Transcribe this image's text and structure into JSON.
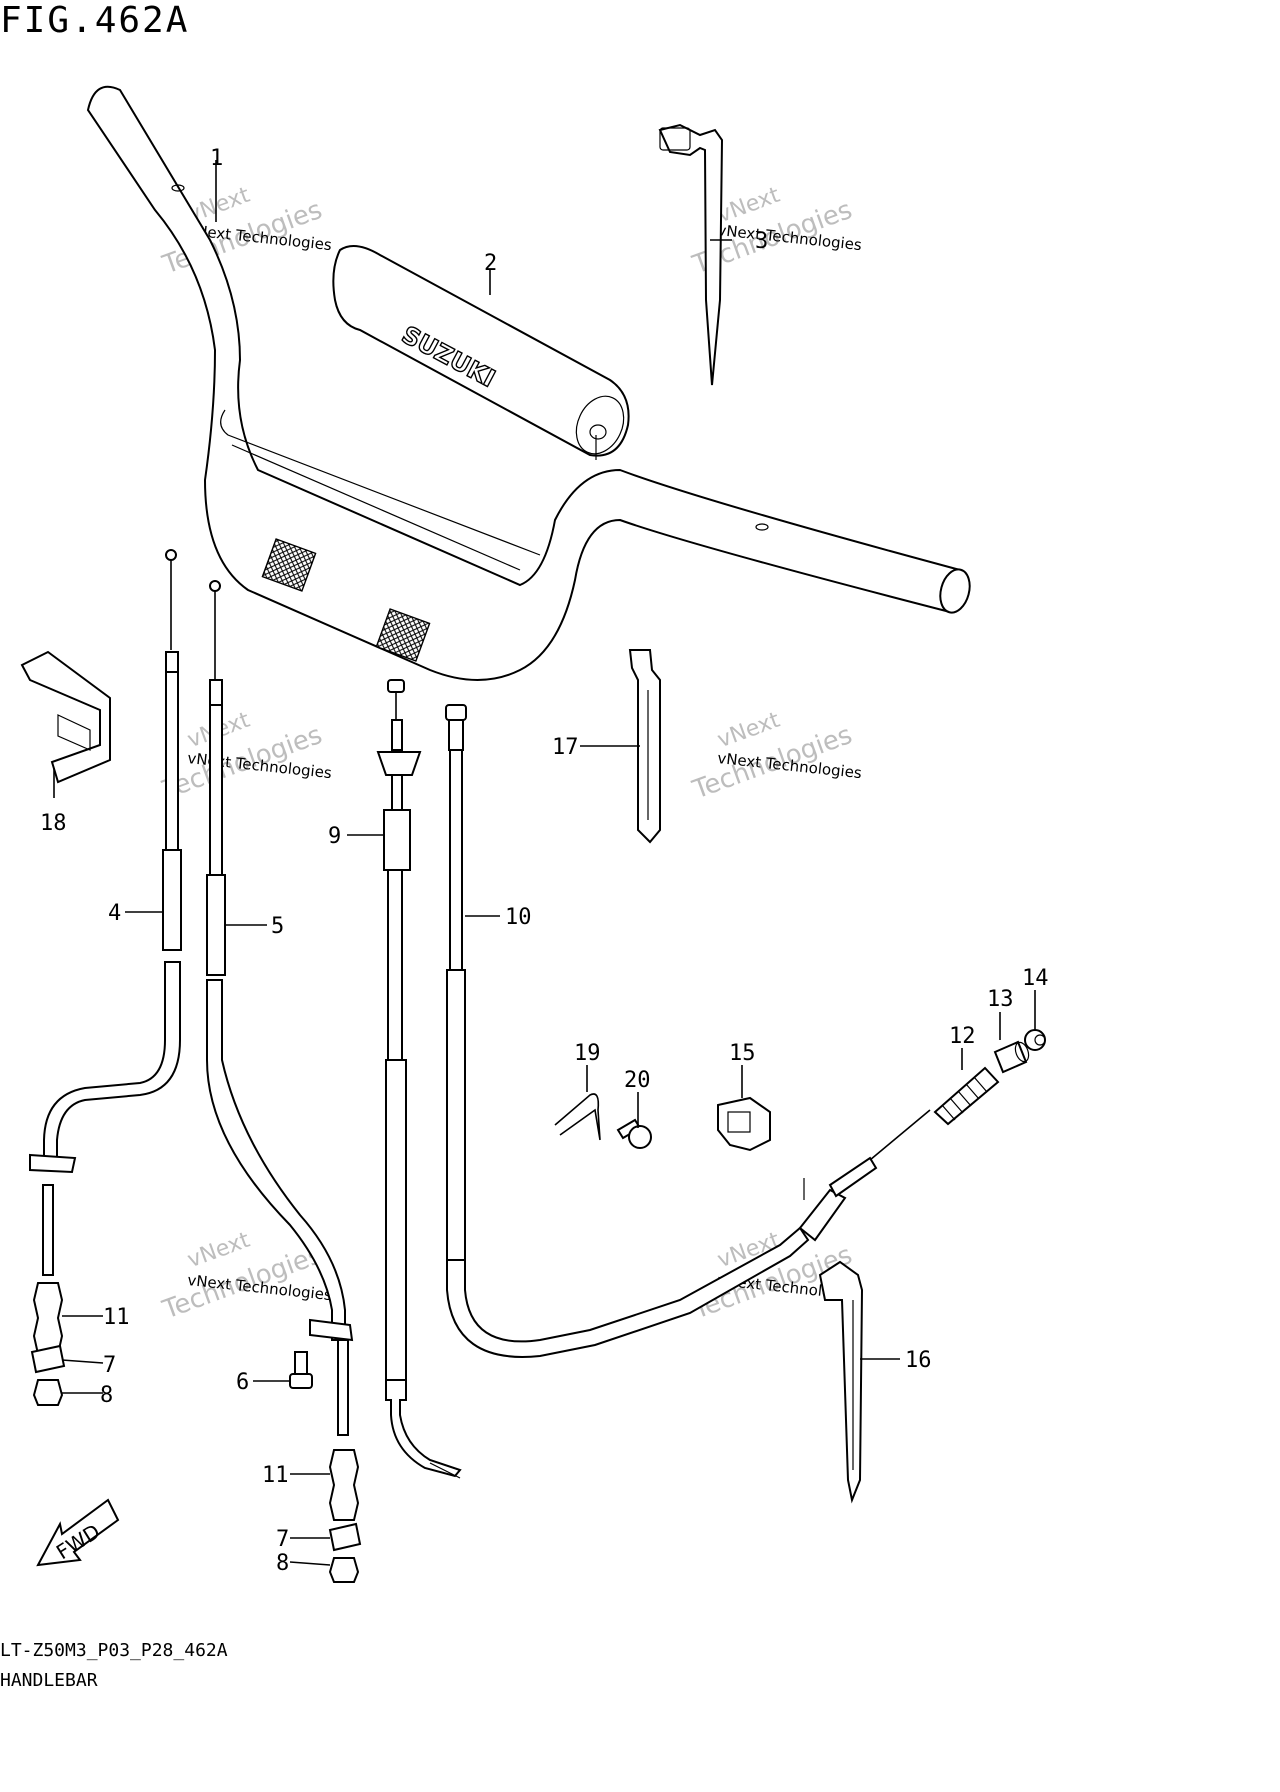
{
  "figure": {
    "title": "FIG.462A",
    "code": "LT-Z50M3_P03_P28_462A",
    "name": "HANDLEBAR"
  },
  "brand_text": "SUZUKI",
  "direction_badge": "FWD",
  "watermark": {
    "line1": "vNext Technologies",
    "line2": "Technologies",
    "line3": "vNext"
  },
  "callouts": [
    {
      "id": "1",
      "label": "1"
    },
    {
      "id": "2",
      "label": "2"
    },
    {
      "id": "3",
      "label": "3"
    },
    {
      "id": "4",
      "label": "4"
    },
    {
      "id": "5",
      "label": "5"
    },
    {
      "id": "6",
      "label": "6"
    },
    {
      "id": "7a",
      "label": "7"
    },
    {
      "id": "7b",
      "label": "7"
    },
    {
      "id": "8a",
      "label": "8"
    },
    {
      "id": "8b",
      "label": "8"
    },
    {
      "id": "9",
      "label": "9"
    },
    {
      "id": "10",
      "label": "10"
    },
    {
      "id": "11a",
      "label": "11"
    },
    {
      "id": "11b",
      "label": "11"
    },
    {
      "id": "12",
      "label": "12"
    },
    {
      "id": "13",
      "label": "13"
    },
    {
      "id": "14",
      "label": "14"
    },
    {
      "id": "15",
      "label": "15"
    },
    {
      "id": "16",
      "label": "16"
    },
    {
      "id": "17",
      "label": "17"
    },
    {
      "id": "18",
      "label": "18"
    },
    {
      "id": "19",
      "label": "19"
    },
    {
      "id": "20",
      "label": "20"
    }
  ]
}
